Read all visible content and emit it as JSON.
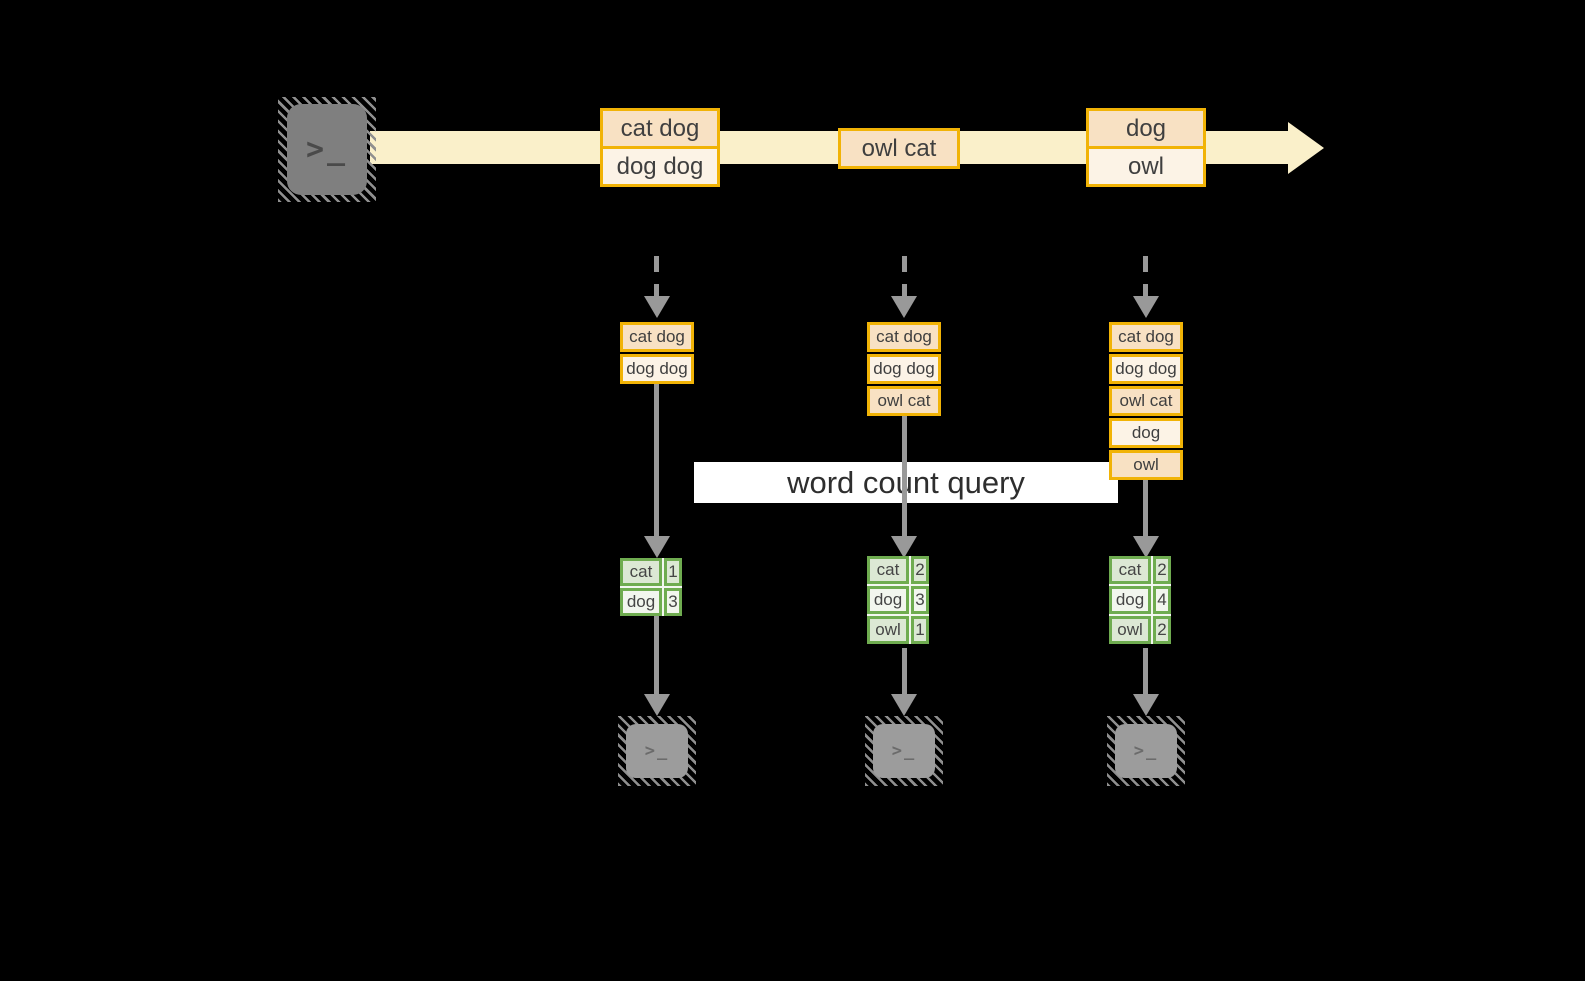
{
  "title": "word count query",
  "icons": {
    "terminal_prompt": ">_"
  },
  "colors": {
    "background": "#000000",
    "stream_band": "#FAF0CA",
    "event_border": "#F1B306",
    "event_fill_dark": "#F8E1C3",
    "event_fill_light": "#FCF3E6",
    "table_border": "#6FAC50",
    "table_row_dark": "#DCE8D4",
    "table_row_light": "#F2F6EE",
    "arrow_gray": "#999999",
    "terminal_source_fill": "#7F7F7F",
    "terminal_output_fill": "#9C9C9C",
    "label_background": "#FFFFFF"
  },
  "stream": {
    "events": [
      {
        "cells": [
          "cat dog",
          "dog dog"
        ]
      },
      {
        "cells": [
          "owl cat"
        ]
      },
      {
        "cells": [
          "dog",
          "owl"
        ]
      }
    ]
  },
  "workers": [
    {
      "buffer": [
        "cat dog",
        "dog dog"
      ],
      "counts": [
        {
          "word": "cat",
          "count": "1"
        },
        {
          "word": "dog",
          "count": "3"
        }
      ]
    },
    {
      "buffer": [
        "cat dog",
        "dog dog",
        "owl cat"
      ],
      "counts": [
        {
          "word": "cat",
          "count": "2"
        },
        {
          "word": "dog",
          "count": "3"
        },
        {
          "word": "owl",
          "count": "1"
        }
      ]
    },
    {
      "buffer": [
        "cat dog",
        "dog dog",
        "owl cat",
        "dog",
        "owl"
      ],
      "counts": [
        {
          "word": "cat",
          "count": "2"
        },
        {
          "word": "dog",
          "count": "4"
        },
        {
          "word": "owl",
          "count": "2"
        }
      ]
    }
  ]
}
